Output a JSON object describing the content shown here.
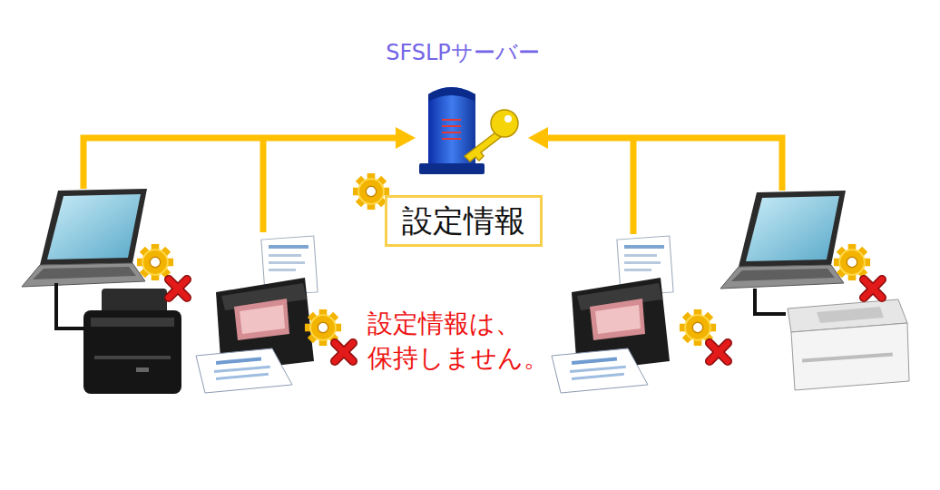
{
  "diagram": {
    "nodes": [
      {
        "text": [
          "SFSLPサーバー"
        ]
      },
      {
        "text": [
          "設定情報"
        ]
      }
    ],
    "labels": [
      "設定情報は、 保持しません。"
    ]
  }
}
